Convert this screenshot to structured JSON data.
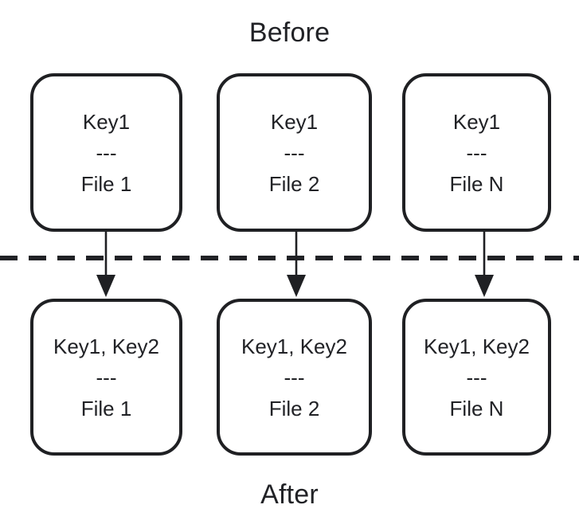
{
  "diagram": {
    "before_label": "Before",
    "after_label": "After",
    "separator_text": "---",
    "colors": {
      "stroke": "#1f2023",
      "text": "#212226",
      "background": "#ffffff"
    },
    "before_nodes": [
      {
        "keys": "Key1",
        "separator": "---",
        "file": "File 1"
      },
      {
        "keys": "Key1",
        "separator": "---",
        "file": "File 2"
      },
      {
        "keys": "Key1",
        "separator": "---",
        "file": "File N"
      }
    ],
    "after_nodes": [
      {
        "keys": "Key1, Key2",
        "separator": "---",
        "file": "File 1"
      },
      {
        "keys": "Key1, Key2",
        "separator": "---",
        "file": "File 2"
      },
      {
        "keys": "Key1, Key2",
        "separator": "---",
        "file": "File N"
      }
    ]
  }
}
